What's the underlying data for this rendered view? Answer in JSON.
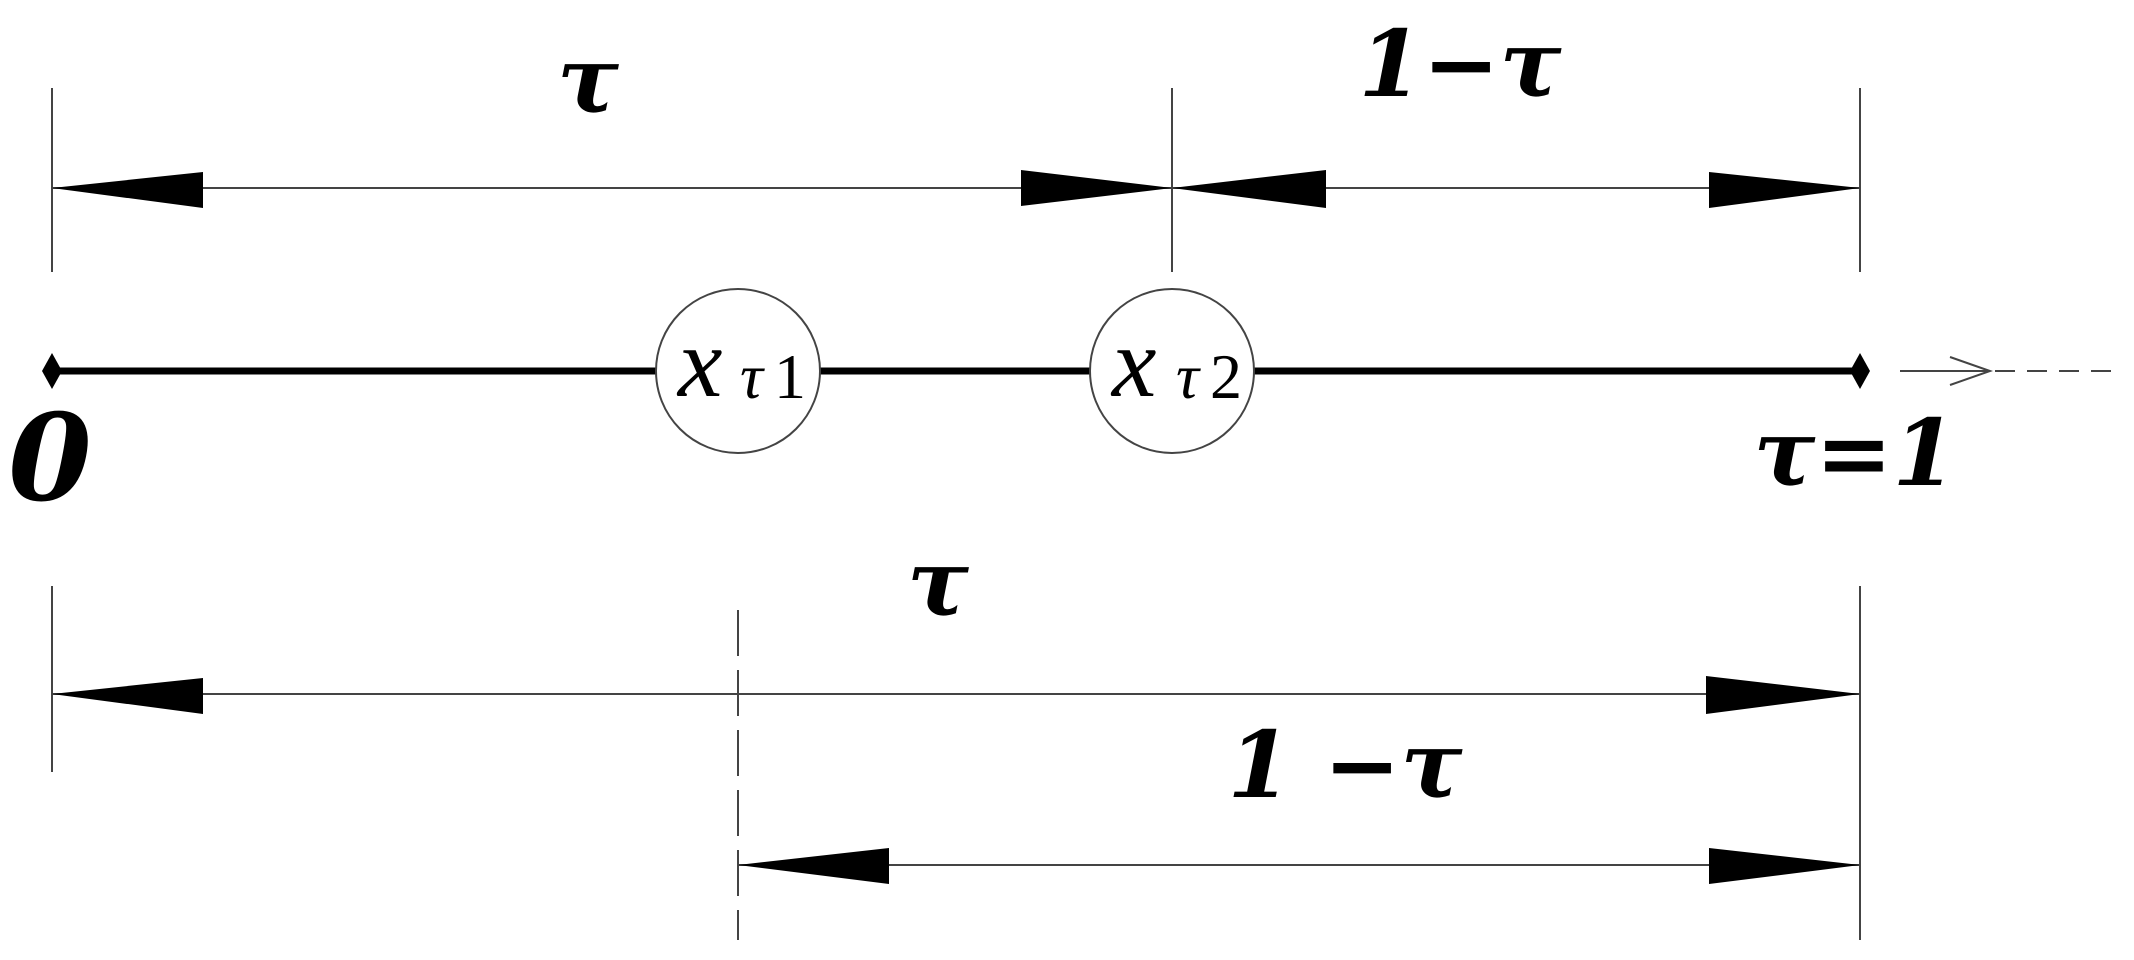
{
  "top_dimensions": {
    "left_label": "τ",
    "right_label": "1−τ"
  },
  "axis": {
    "start_label": "0",
    "end_label": "τ=1",
    "nodes": [
      {
        "main": "x",
        "sub": "τ",
        "num": "1"
      },
      {
        "main": "x",
        "sub": "τ",
        "num": "2"
      }
    ]
  },
  "bottom_dimensions": {
    "long_label": "τ",
    "short_label": "1 −τ"
  },
  "colors": {
    "ink": "#000000",
    "background": "#ffffff",
    "thin_line": "#444444"
  }
}
